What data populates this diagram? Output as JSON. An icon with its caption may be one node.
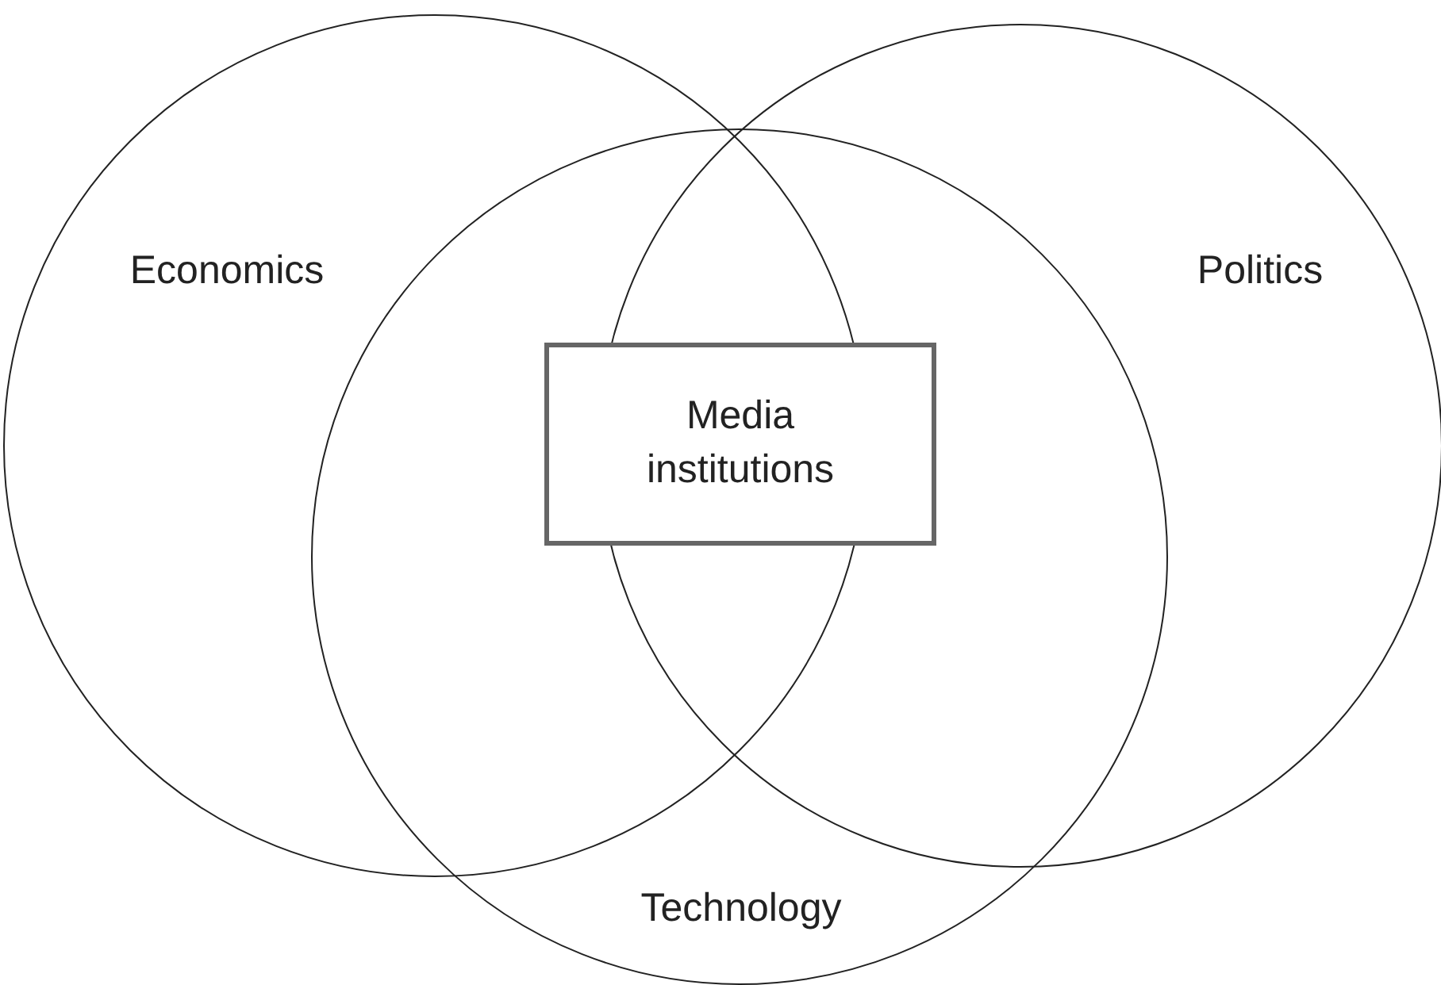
{
  "diagram": {
    "nodes": [
      {
        "text": [
          "Economics"
        ]
      },
      {
        "text": [
          "Politics"
        ]
      },
      {
        "text": [
          "Technology"
        ]
      },
      {
        "text": [
          "Media institutions"
        ],
        "in": 2
      }
    ]
  }
}
